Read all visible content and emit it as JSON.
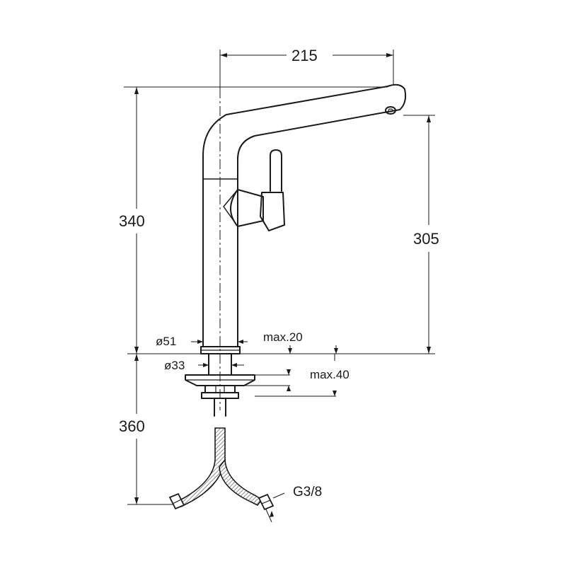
{
  "diagram": {
    "dimensions": {
      "spout_reach": "215",
      "total_height": "340",
      "spout_height": "305",
      "below_deck_length": "360",
      "base_diameter": "ø51",
      "mount_diameter": "ø33",
      "max_deck_thickness_top": "max.20",
      "max_deck_thickness_bottom": "max.40",
      "hose_connection": "G3/8"
    },
    "line_color": "#1a1a1a",
    "hose_color": "#555555"
  }
}
